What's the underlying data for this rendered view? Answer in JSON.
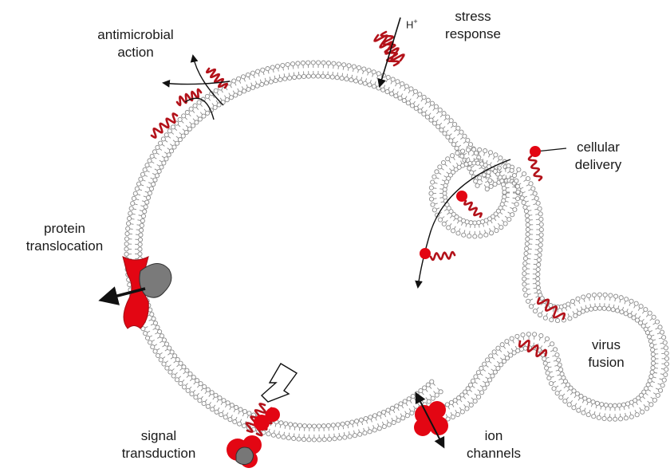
{
  "labels": {
    "antimicrobial": [
      "antimicrobial",
      "action"
    ],
    "stress": [
      "stress",
      "response"
    ],
    "cellular": [
      "cellular",
      "delivery"
    ],
    "protein": [
      "protein",
      "translocation"
    ],
    "virus": [
      "virus",
      "fusion"
    ],
    "signal": [
      "signal",
      "transduction"
    ],
    "ion": [
      "ion",
      "channels"
    ]
  },
  "proton": {
    "symbol": "H",
    "charge": "+"
  },
  "colors": {
    "membrane_fill": "#ffffff",
    "membrane_stroke": "#8a8a8a",
    "helix": "#b3121a",
    "protein_red": "#e30613",
    "protein_dark": "#a00d14",
    "gray_protein": "#6e6e6e",
    "arrow": "#111111"
  }
}
